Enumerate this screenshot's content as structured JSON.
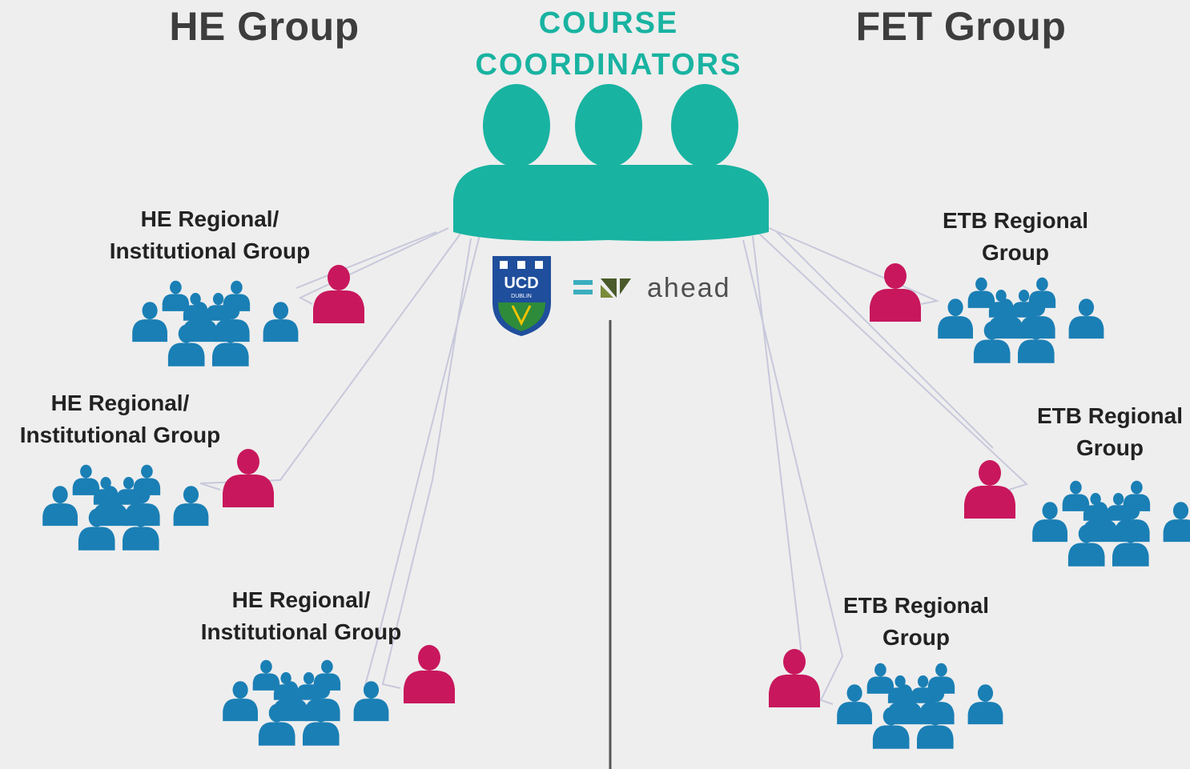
{
  "titles": {
    "he_group": "HE Group",
    "fet_group": "FET Group",
    "course_coordinators_line1": "COURSE",
    "course_coordinators_line2": "COORDINATORS"
  },
  "groups": {
    "he_left_top": {
      "line1": "HE Regional/",
      "line2": "Institutional Group"
    },
    "he_left_middle": {
      "line1": "HE Regional/",
      "line2": "Institutional Group"
    },
    "he_left_bottom": {
      "line1": "HE Regional/",
      "line2": "Institutional Group"
    },
    "etb_right_top": {
      "line1": "ETB Regional",
      "line2": "Group"
    },
    "etb_right_middle": {
      "line1": "ETB Regional",
      "line2": "Group"
    },
    "etb_right_bottom": {
      "line1": "ETB Regional",
      "line2": "Group"
    }
  },
  "logos": {
    "ucd_text": "UCD",
    "ucd_subtext": "DUBLIN",
    "ahead_text": "ahead"
  },
  "colors": {
    "background": "#eeeeee",
    "coordinator": "#19b3a1",
    "facilitator": "#c8175d",
    "group_member": "#1a7fb5",
    "title": "#3d3d3d",
    "coordinators_title": "#19b3a1",
    "connector": "#c8c8dc",
    "divider": "#555555"
  },
  "icons": {
    "coordinator_icon": "person-silhouette",
    "facilitator_icon": "person-silhouette",
    "group_icon": "people-cluster",
    "ucd_logo": "ucd-crest-logo",
    "ahead_logo": "ahead-logo"
  }
}
